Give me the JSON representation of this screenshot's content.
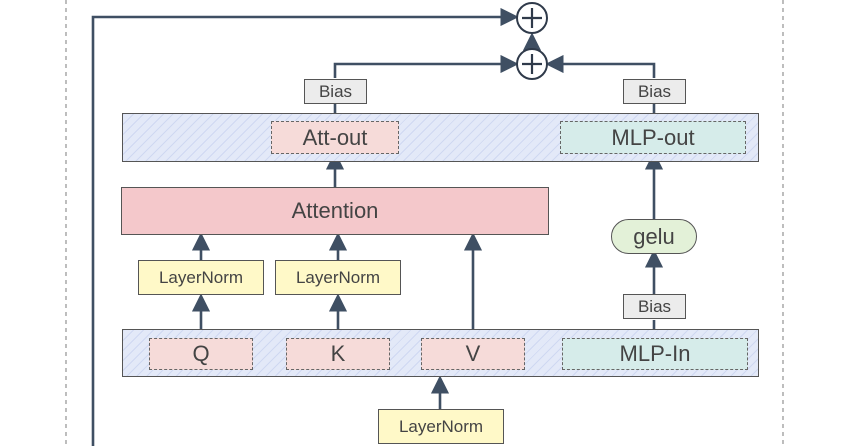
{
  "diagram": {
    "top_bias_left": "Bias",
    "top_bias_right": "Bias",
    "att_out": "Att-out",
    "mlp_out": "MLP-out",
    "attention": "Attention",
    "gelu": "gelu",
    "mlp_bias": "Bias",
    "layernorm_q": "LayerNorm",
    "layernorm_k": "LayerNorm",
    "q": "Q",
    "k": "K",
    "v": "V",
    "mlp_in": "MLP-In",
    "layernorm_input": "LayerNorm",
    "sum_symbol_top": "+",
    "sum_symbol_bottom": "+"
  },
  "colors": {
    "attention_fill": "#f4c8cb",
    "layernorm_fill": "#fff9c8",
    "gelu_fill": "#e3f1d8",
    "projection_band_fill": "#e3e9f8",
    "bias_fill": "#ececec",
    "arrow_color": "#3f4f63"
  }
}
